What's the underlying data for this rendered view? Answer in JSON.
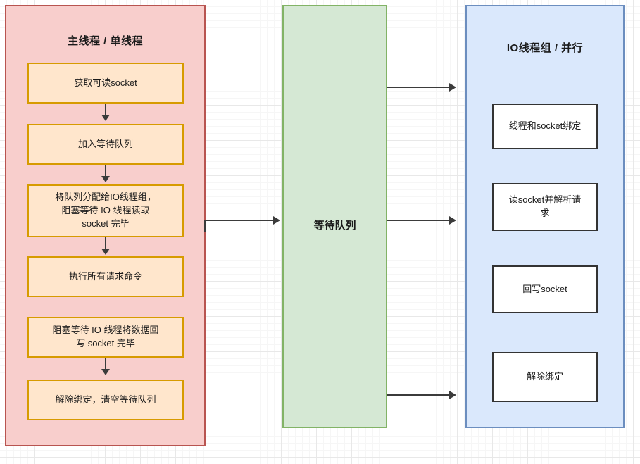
{
  "diagram": {
    "type": "swimlane-flowchart",
    "background": {
      "color": "#ffffff",
      "grid_minor_color": "#f6f6f6",
      "grid_major_color": "#e8e8e8",
      "grid_minor_size": 10,
      "grid_major_size": 50
    },
    "lanes": [
      {
        "id": "main-thread",
        "title": "主线程 / 单线程",
        "fill": "#f8cecc",
        "stroke": "#b85450"
      },
      {
        "id": "waiting-queue",
        "title": "等待队列",
        "fill": "#d5e8d4",
        "stroke": "#82b366"
      },
      {
        "id": "io-thread-group",
        "title": "IO线程组 / 并行",
        "fill": "#dae8fc",
        "stroke": "#6c8ebf"
      }
    ],
    "main_steps": [
      {
        "label": "获取可读socket"
      },
      {
        "label": "加入等待队列"
      },
      {
        "label": "将队列分配给IO线程组，\n阻塞等待 IO 线程读取\nsocket 完毕"
      },
      {
        "label": "执行所有请求命令"
      },
      {
        "label": "阻塞等待 IO 线程将数据回\n写 socket 完毕"
      },
      {
        "label": "解除绑定，清空等待队列"
      }
    ],
    "io_steps": [
      {
        "label": "线程和socket绑定"
      },
      {
        "label": "读socket并解析请\n求"
      },
      {
        "label": "回写socket"
      },
      {
        "label": "解除绑定"
      }
    ],
    "node_styles": {
      "orange_fill": "#ffe6cc",
      "orange_stroke": "#d79b00",
      "white_fill": "#ffffff",
      "white_stroke": "#333333"
    },
    "connector_color": "#3b3b3b"
  }
}
